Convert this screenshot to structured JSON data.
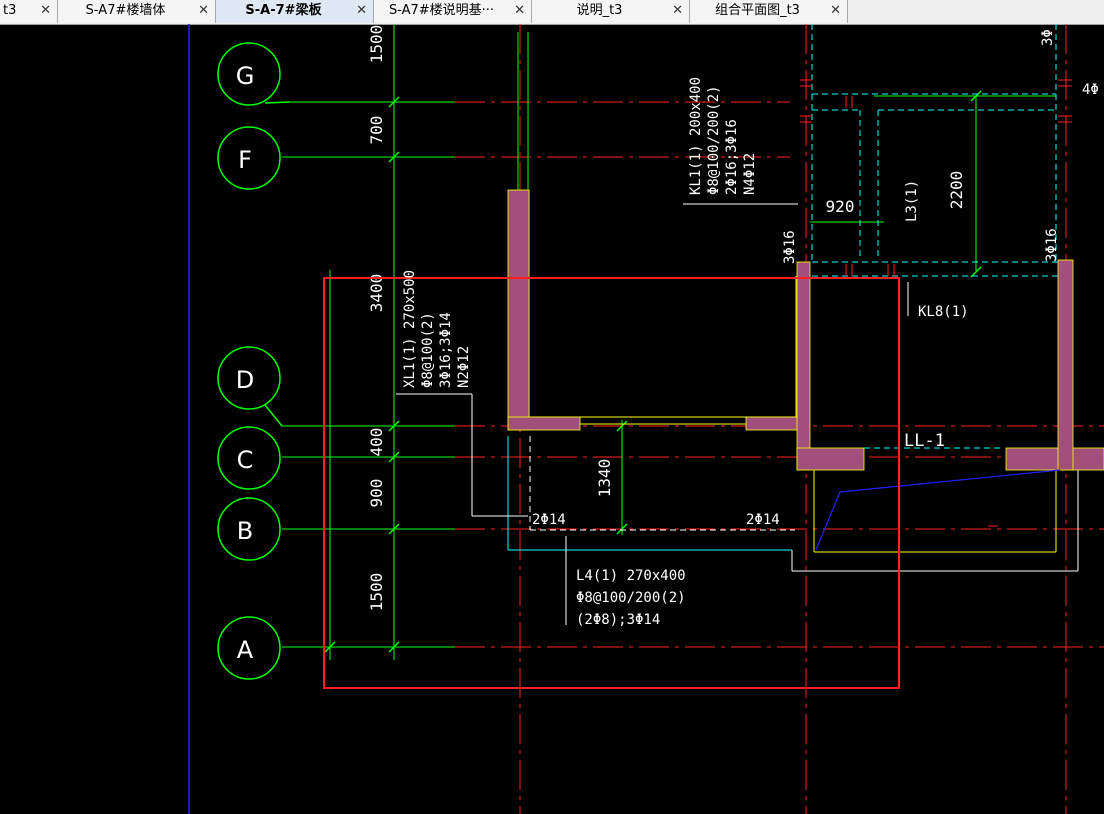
{
  "tabs": [
    {
      "label": "t3"
    },
    {
      "label": "S-A7#楼墙体"
    },
    {
      "label": "S-A-7#梁板",
      "active": true
    },
    {
      "label": "S-A7#楼说明基···"
    },
    {
      "label": "说明_t3"
    },
    {
      "label": "组合平面图_t3"
    }
  ],
  "close_glyph": "✕",
  "grid_axes": [
    "G",
    "F",
    "D",
    "C",
    "B",
    "A"
  ],
  "dims_left": {
    "d1": "1500",
    "d2": "700",
    "d3": "3400",
    "d4": "400",
    "d5": "900",
    "d6": "1500"
  },
  "dims_mid": {
    "d920": "920",
    "d2200": "2200",
    "d1340": "1340"
  },
  "beams": {
    "kl1": [
      "KL1(1) 200x400",
      "Φ8@100/200(2)",
      "2Φ16;3Φ16",
      "N4Φ12"
    ],
    "xl1": [
      "XL1(1) 270x500",
      "Φ8@100(2)",
      "3Φ16;3Φ14",
      "N2Φ12"
    ],
    "l4": [
      "L4(1) 270x400",
      "Φ8@100/200(2)",
      "(2Φ8);3Φ14"
    ],
    "kl8": "KL8(1)",
    "l3": "L3(1)",
    "ll1": "LL-1"
  },
  "rebar": {
    "r1": "2Φ14",
    "r2": "2Φ14",
    "r3": "3Φ16",
    "r4": "3Φ16",
    "top1": "3Φ",
    "top2": "4Φ"
  },
  "colors": {
    "grid": "#00ff00",
    "axis": "#ff0000",
    "wall": "#a0507a",
    "selection": "#ff2020",
    "dashed": "#00ffff",
    "blue": "#2020ff"
  }
}
